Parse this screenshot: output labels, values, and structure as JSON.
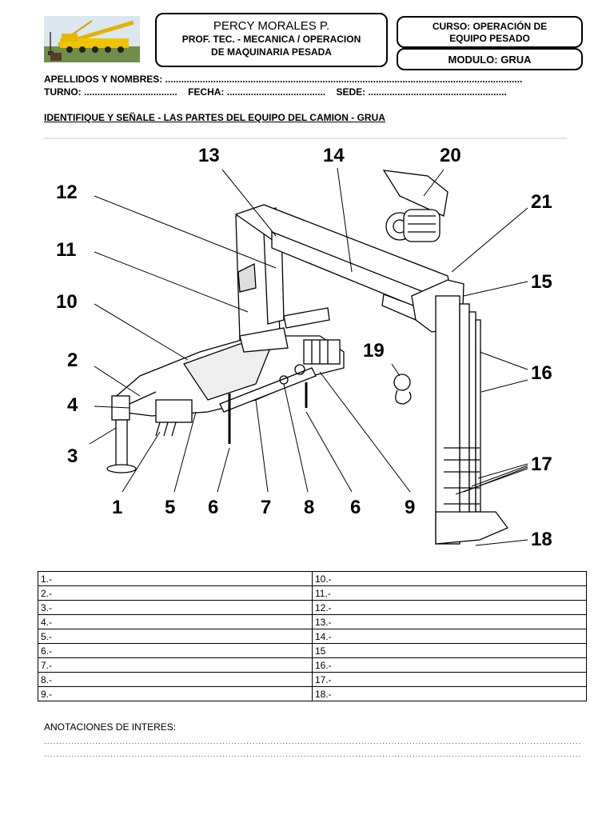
{
  "header": {
    "name": "PERCY MORALES P.",
    "title_line1": "PROF. TEC. - MECANICA / OPERACION",
    "title_line2": "DE MAQUINARIA PESADA",
    "course_line1": "CURSO: OPERACIÓN DE",
    "course_line2": "EQUIPO PESADO",
    "module": "MODULO: GRUA"
  },
  "student": {
    "names_label": "APELLIDOS Y NOMBRES:",
    "names_dots": "......................................................................................................................................",
    "shift_label": "TURNO:",
    "shift_dots": "...................................",
    "date_label": "FECHA:",
    "date_dots": ".....................................",
    "site_label": "SEDE:",
    "site_dots": "...................................................."
  },
  "instruction": "IDENTIFIQUE Y SEÑALE - LAS PARTES DEL EQUIPO DEL CAMION - GRUA",
  "diagram": {
    "labels": [
      "1",
      "2",
      "3",
      "4",
      "5",
      "6",
      "6",
      "7",
      "8",
      "9",
      "10",
      "11",
      "12",
      "13",
      "14",
      "15",
      "16",
      "17",
      "18",
      "19",
      "20",
      "21"
    ]
  },
  "parts_table": {
    "left": [
      "1.-",
      "2.-",
      "3.-",
      "4.-",
      "5.-",
      "6.-",
      "7.-",
      "8.-",
      "9.-"
    ],
    "right": [
      "10.-",
      "11.-",
      "12.-",
      "13.-",
      "14.-",
      "15",
      "16.-",
      "17.-",
      "18.-"
    ]
  },
  "notes": {
    "label": "ANOTACIONES DE INTERES:",
    "line1": "............................................................................................................................................................................................................",
    "line2": "............................................................................................................................................................................................................"
  }
}
